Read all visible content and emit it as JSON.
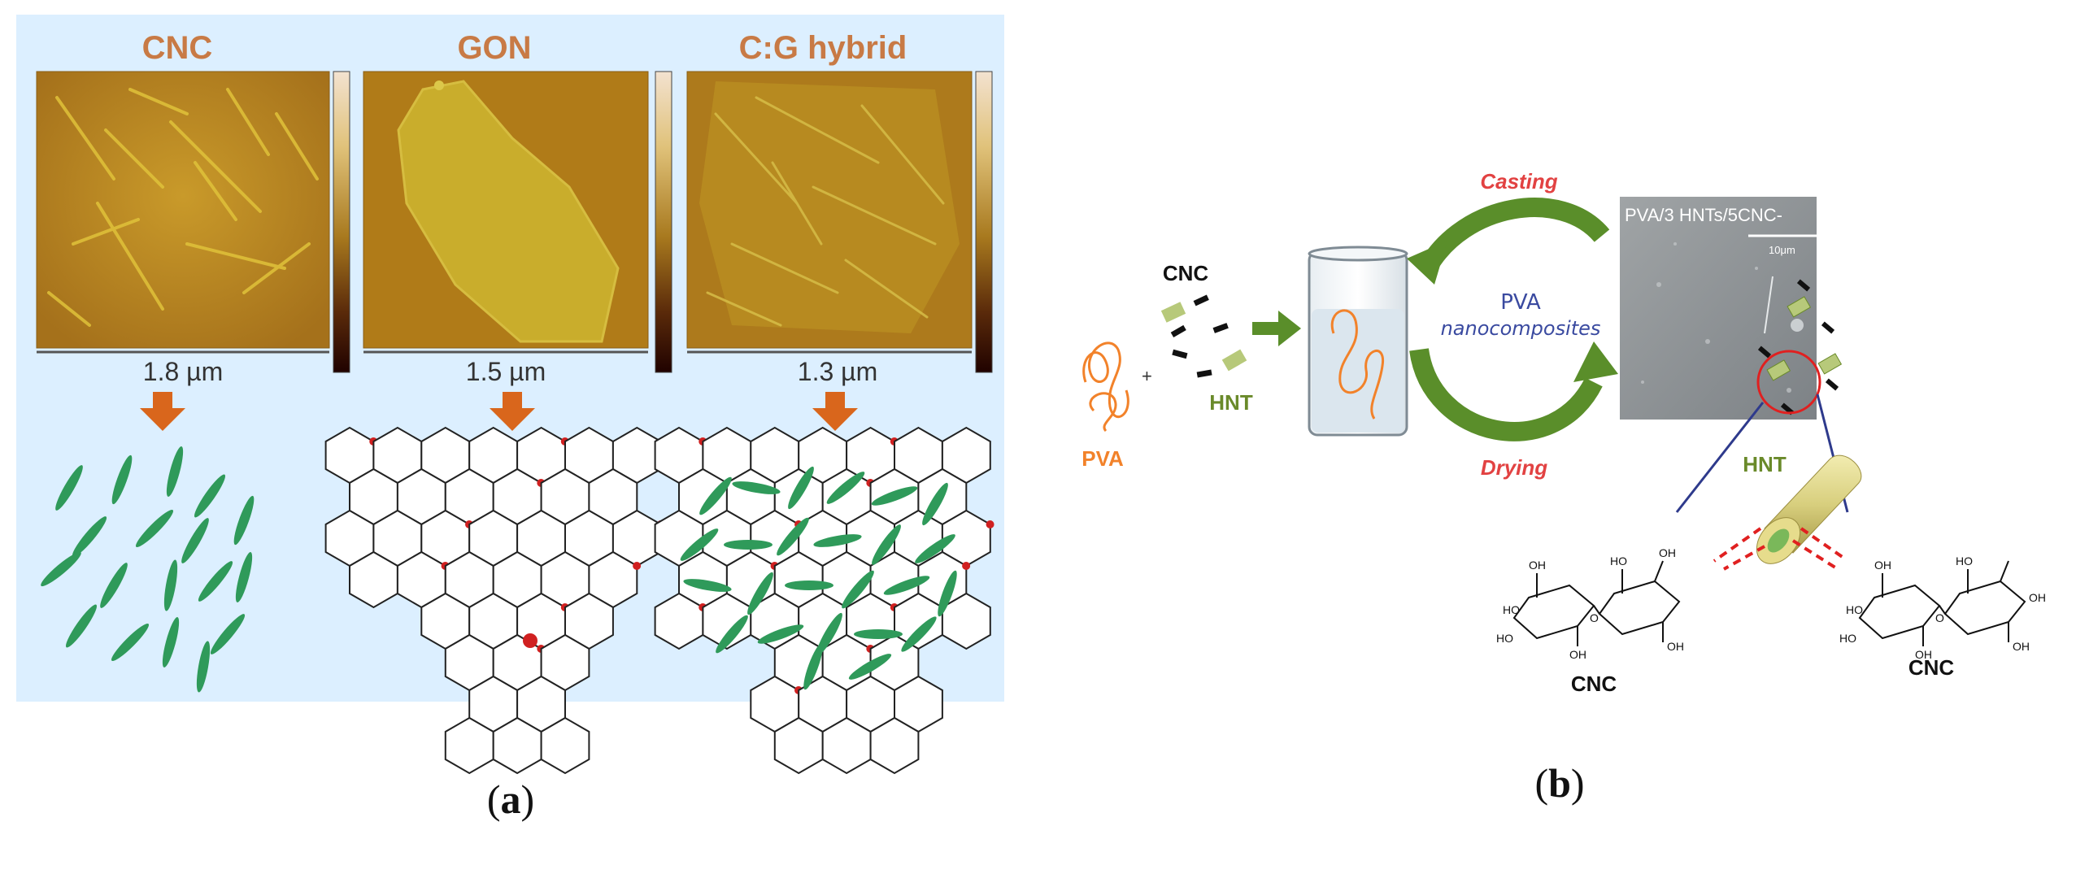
{
  "panel_a": {
    "titles": [
      "CNC",
      "GON",
      "C:G hybrid"
    ],
    "scale_bars": [
      "1.8 µm",
      "1.5 µm",
      "1.3 µm"
    ],
    "label_open": "(",
    "label_letter": "a",
    "label_close": ")"
  },
  "panel_b": {
    "pva": "PVA",
    "cnc": "CNC",
    "hnt": "HNT",
    "casting": "Casting",
    "drying": "Drying",
    "center_line1": "PVA",
    "center_line2": "nanocomposites",
    "sem_caption": "PVA/3 HNTs/5CNC-",
    "sem_scale": "10μm",
    "hnt_tube_label": "HNT",
    "cnc_left": "CNC",
    "cnc_right": "CNC",
    "label_open": "(",
    "label_letter": "b",
    "label_close": ")"
  },
  "colors": {
    "title_orange": "#c87a45",
    "panel_bg": "#dcefff",
    "afm_brown": "#b37f1c",
    "arrow_orange": "#d9661c",
    "cnc_green": "#2f9a5a",
    "arrow_green": "#5a8e2a",
    "pva_orange": "#f2822a",
    "text_red": "#e24242",
    "text_blue": "#3a4aa0",
    "hnt_olive": "#6a8a2a"
  }
}
